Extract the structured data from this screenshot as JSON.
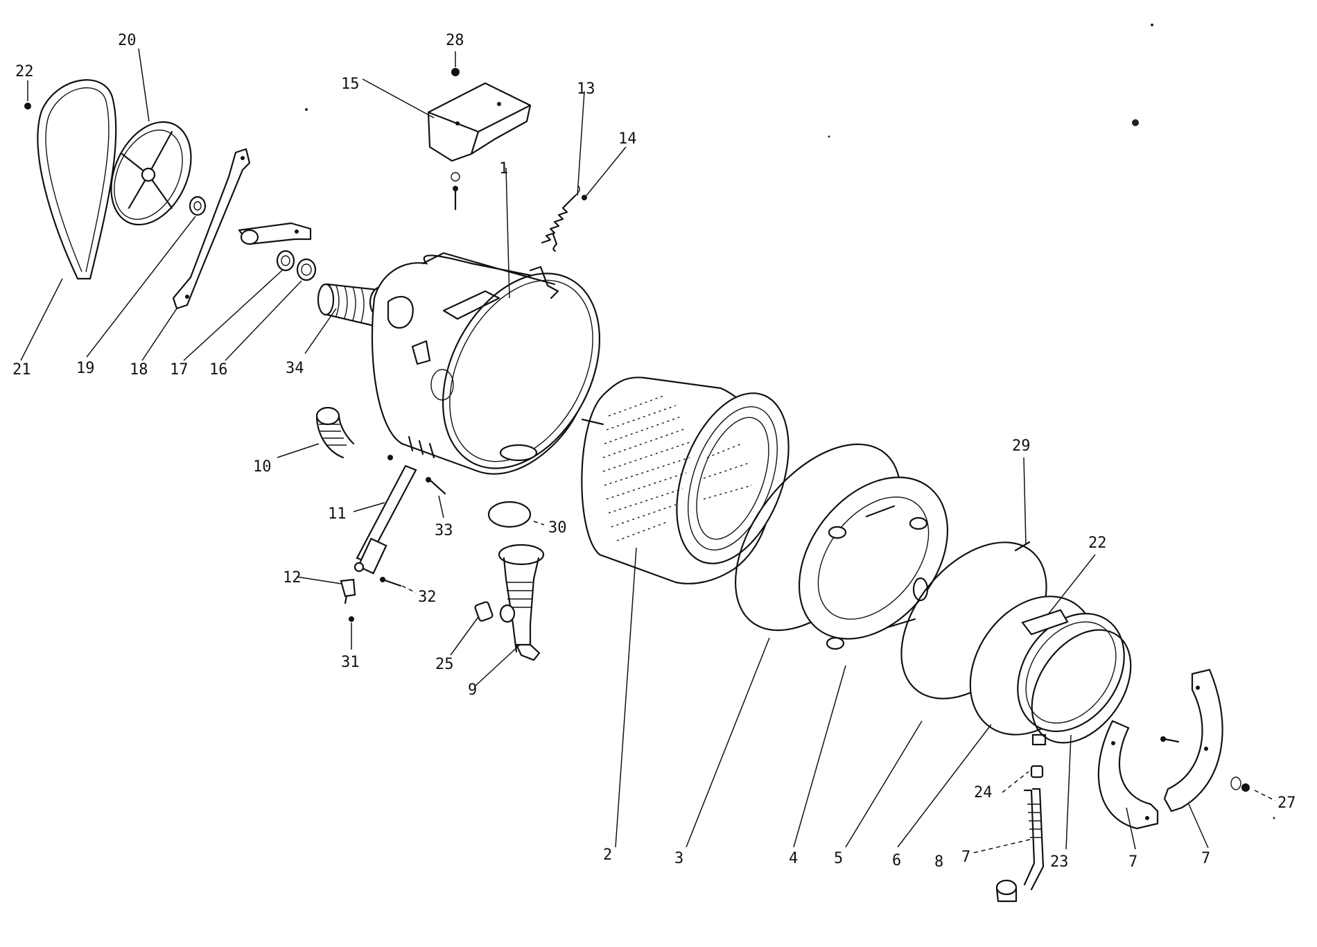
{
  "labels": {
    "p1": "1",
    "p2": "2",
    "p3": "3",
    "p4": "4",
    "p5": "5",
    "p6": "6",
    "p7a": "7",
    "p7b": "7",
    "p7c": "7",
    "p8": "8",
    "p9": "9",
    "p10": "10",
    "p11": "11",
    "p12": "12",
    "p13": "13",
    "p14": "14",
    "p15": "15",
    "p16": "16",
    "p17": "17",
    "p18": "18",
    "p19": "19",
    "p20": "20",
    "p21": "21",
    "p22a": "22",
    "p22b": "22",
    "p23": "23",
    "p24": "24",
    "p25": "25",
    "p27": "27",
    "p28": "28",
    "p29": "29",
    "p30": "30",
    "p31": "31",
    "p32": "32",
    "p33": "33",
    "p34": "34"
  },
  "colors": {
    "ink": "#111111",
    "paper": "#ffffff"
  }
}
